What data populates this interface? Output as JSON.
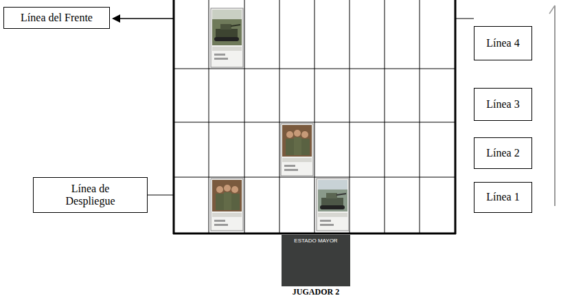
{
  "diagram": {
    "nodes": [
      {
        "text": [
          "Línea del Frente"
        ]
      },
      {
        "text": [
          "Línea 4"
        ]
      },
      {
        "text": [
          "Línea 3"
        ]
      },
      {
        "text": [
          "Línea 2"
        ]
      },
      {
        "text": [
          "Línea de Despliegue"
        ]
      },
      {
        "text": [
          "Línea 1"
        ]
      },
      {
        "text": [
          "ESTADO MAYOR"
        ]
      }
    ],
    "labels": [
      "JUGADOR 2"
    ]
  }
}
